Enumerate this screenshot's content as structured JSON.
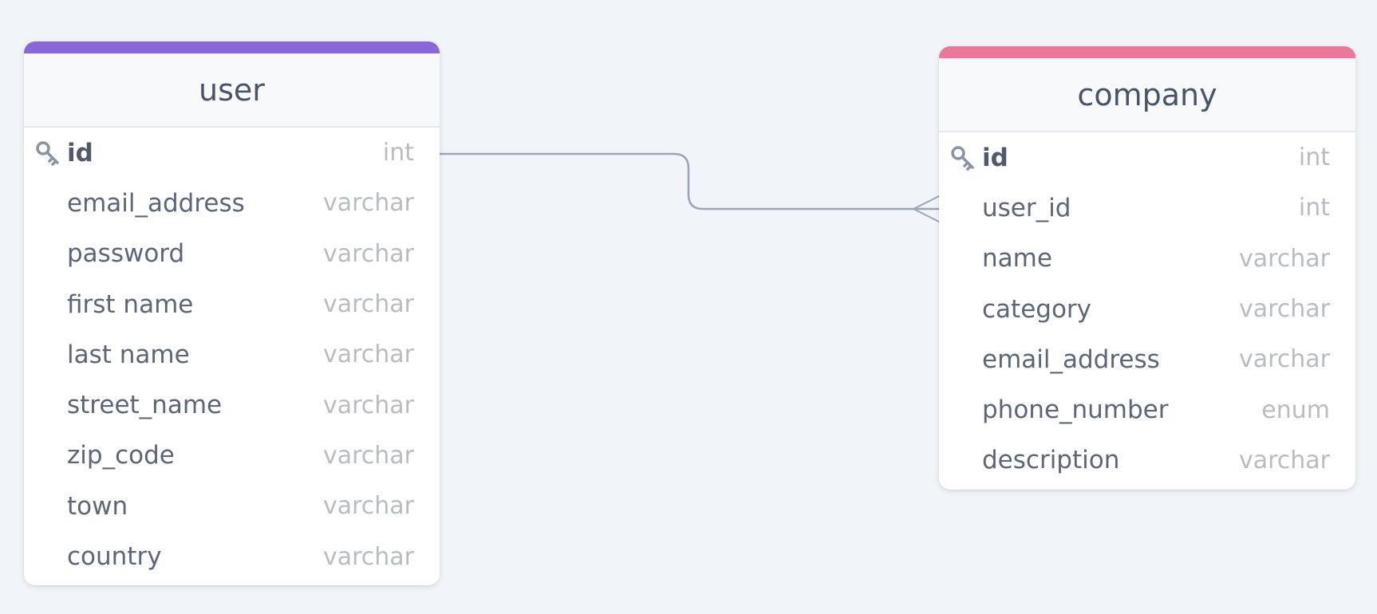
{
  "colors": {
    "background": "#f1f4f8",
    "user_accent": "#8a67d8",
    "company_accent": "#ec7899",
    "relation_line": "#9aa5b8"
  },
  "tables": {
    "user": {
      "name": "user",
      "columns": [
        {
          "name": "id",
          "type": "int",
          "primary_key": true,
          "icon": "key-icon"
        },
        {
          "name": "email_address",
          "type": "varchar"
        },
        {
          "name": "password",
          "type": "varchar"
        },
        {
          "name": "first name",
          "type": "varchar"
        },
        {
          "name": "last name",
          "type": "varchar"
        },
        {
          "name": "street_name",
          "type": "varchar"
        },
        {
          "name": "zip_code",
          "type": "varchar"
        },
        {
          "name": "town",
          "type": "varchar"
        },
        {
          "name": "country",
          "type": "varchar"
        }
      ]
    },
    "company": {
      "name": "company",
      "columns": [
        {
          "name": "id",
          "type": "int",
          "primary_key": true,
          "icon": "key-icon"
        },
        {
          "name": "user_id",
          "type": "int"
        },
        {
          "name": "name",
          "type": "varchar"
        },
        {
          "name": "category",
          "type": "varchar"
        },
        {
          "name": "email_address",
          "type": "varchar"
        },
        {
          "name": "phone_number",
          "type": "enum"
        },
        {
          "name": "description",
          "type": "varchar"
        }
      ]
    }
  },
  "relations": [
    {
      "from": "user.id",
      "to": "company.user_id",
      "cardinality": "one-to-many"
    }
  ]
}
